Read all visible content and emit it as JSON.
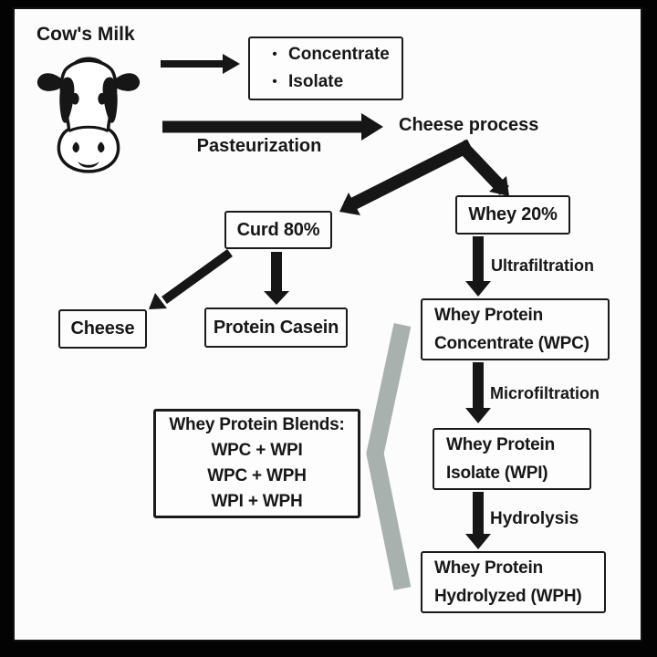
{
  "colors": {
    "background": "#000000",
    "panel": "#fcfcfc",
    "ink": "#171717",
    "arrow": "#161616",
    "brace": "#a8b1ae"
  },
  "icons": {
    "cow": "cow-head-illustration"
  },
  "labels": {
    "source_title": "Cow's Milk",
    "pasteurization": "Pasteurization",
    "cheese_process": "Cheese process",
    "ultrafiltration": "Ultrafiltration",
    "microfiltration": "Microfiltration",
    "hydrolysis": "Hydrolysis"
  },
  "boxes": {
    "products": {
      "bullet": "•",
      "items": [
        "Concentrate",
        "Isolate"
      ]
    },
    "curd": {
      "label": "Curd 80%"
    },
    "cheese": {
      "label": "Cheese"
    },
    "protein_casein": {
      "label": "Protein Casein"
    },
    "whey": {
      "label": "Whey 20%"
    },
    "wpc": {
      "line1": "Whey Protein",
      "line2": "Concentrate (WPC)"
    },
    "wpi": {
      "line1": "Whey Protein",
      "line2": "Isolate (WPI)"
    },
    "wph": {
      "line1": "Whey Protein",
      "line2": "Hydrolyzed (WPH)"
    },
    "blends": {
      "title": "Whey Protein Blends:",
      "items": [
        "WPC + WPI",
        "WPC + WPH",
        "WPI + WPH"
      ]
    }
  }
}
